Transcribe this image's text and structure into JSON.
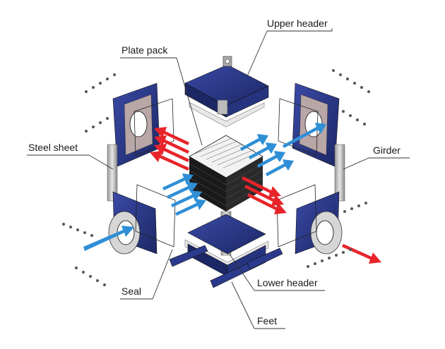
{
  "labels": {
    "upper_header": "Upper header",
    "plate_pack": "Plate pack",
    "steel_sheet": "Steel sheet",
    "girder": "Girder",
    "seal": "Seal",
    "lower_header": "Lower header",
    "feet": "Feet"
  },
  "colors": {
    "header_blue": "#2b3a8c",
    "header_dark": "#1c2766",
    "steel": "#c9c9c9",
    "hot_flow": "#e8242a",
    "cold_flow": "#2f8fd6",
    "plate_dark": "#1a1a1a"
  }
}
